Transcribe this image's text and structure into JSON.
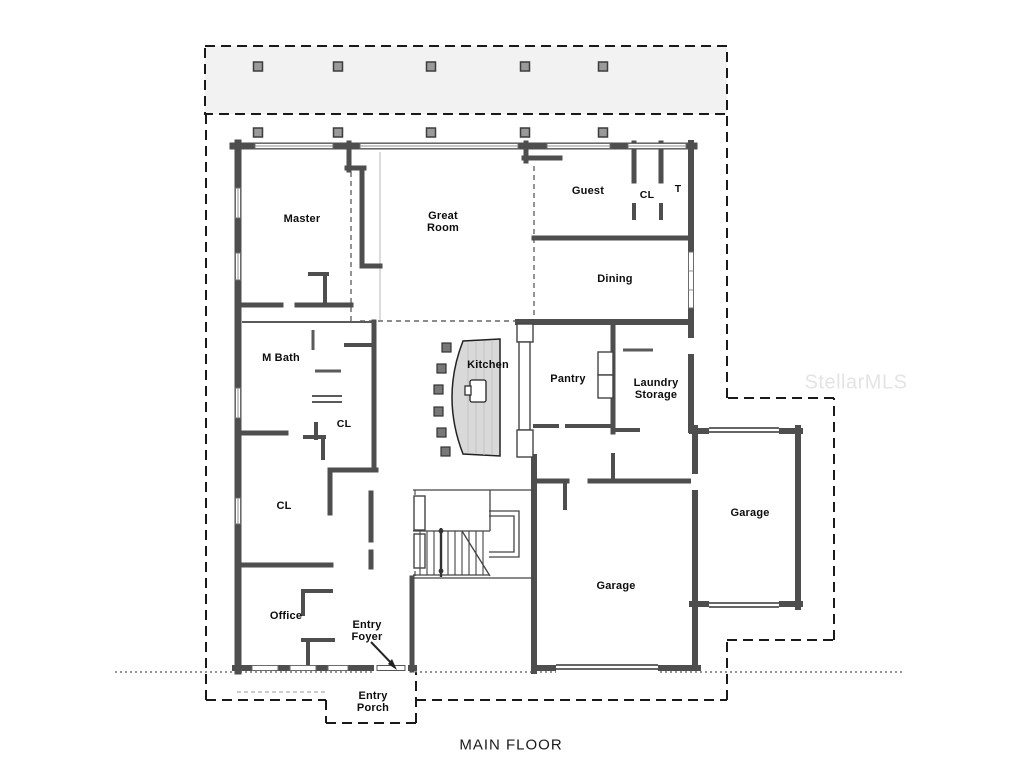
{
  "title": "MAIN FLOOR",
  "watermark": "StellarMLS",
  "palette": {
    "wall_color": "#4e4e4e",
    "dash_color": "#1a1a1a",
    "deck_fill": "#f2f2f2",
    "island_fill": "#d9d9d9",
    "watermark_color": "#e4e4e4"
  },
  "rooms": [
    {
      "id": "master",
      "label": "Master"
    },
    {
      "id": "great_room",
      "label": "Great\nRoom"
    },
    {
      "id": "guest",
      "label": "Guest"
    },
    {
      "id": "closet_guest",
      "label": "CL"
    },
    {
      "id": "toilet",
      "label": "T"
    },
    {
      "id": "dining",
      "label": "Dining"
    },
    {
      "id": "m_bath",
      "label": "M Bath"
    },
    {
      "id": "kitchen",
      "label": "Kitchen"
    },
    {
      "id": "pantry",
      "label": "Pantry"
    },
    {
      "id": "laundry_storage",
      "label": "Laundry\nStorage"
    },
    {
      "id": "closet_hall",
      "label": "CL"
    },
    {
      "id": "closet_lower",
      "label": "CL"
    },
    {
      "id": "office",
      "label": "Office"
    },
    {
      "id": "entry_foyer",
      "label": "Entry\nFoyer"
    },
    {
      "id": "entry_porch",
      "label": "Entry\nPorch"
    },
    {
      "id": "garage_side",
      "label": "Garage"
    },
    {
      "id": "garage_main",
      "label": "Garage"
    }
  ]
}
